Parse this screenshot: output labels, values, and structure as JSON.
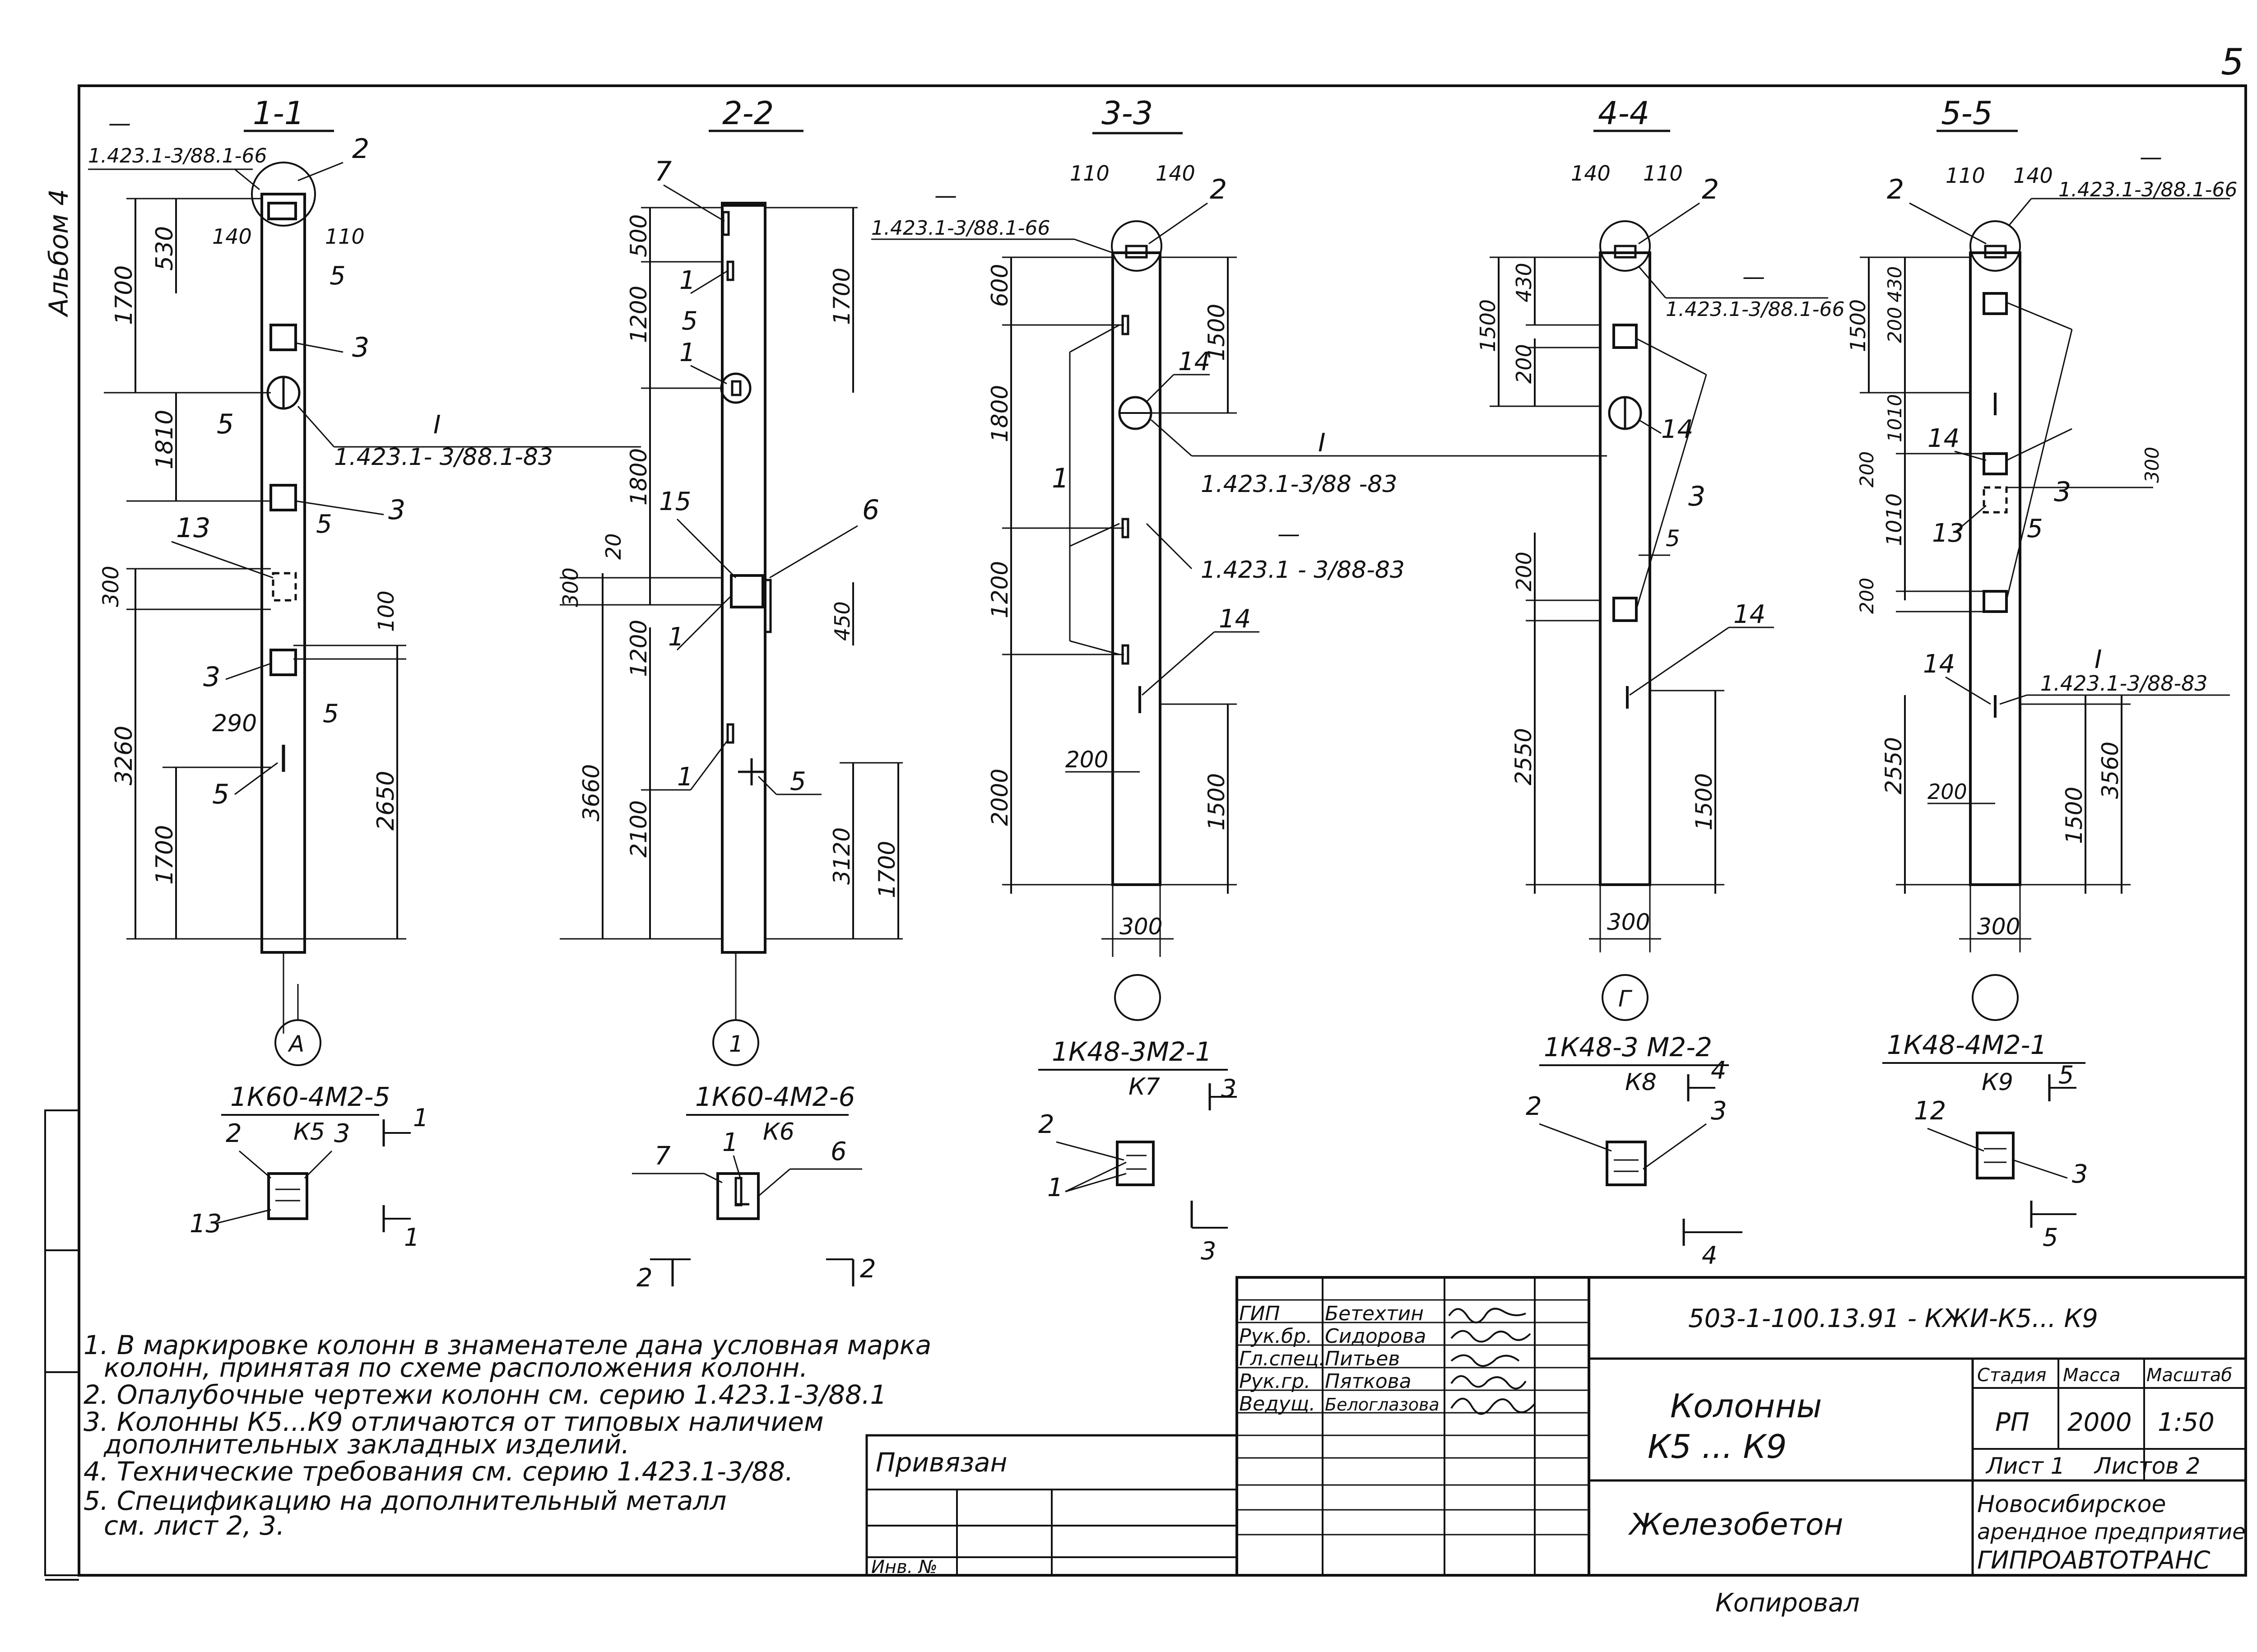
{
  "page_number": "5",
  "album_label": "Альбом 4",
  "sections": [
    {
      "id": "1-1",
      "title": "1-1",
      "dims_left": [
        "1700",
        "530",
        "1810",
        "300",
        "3260",
        "1700"
      ],
      "dims_right": [
        "100",
        "2650"
      ],
      "dims_top": [
        "140",
        "110"
      ],
      "dims_misc": [
        "290"
      ],
      "callouts": [
        "2",
        "5",
        "3",
        "5",
        "3",
        "13",
        "5",
        "3",
        "5",
        "5"
      ],
      "refs": [
        "1.423.1-3/88.1-66",
        "1.423.1- 3/88.1-83",
        "I"
      ],
      "axis_mark": "А",
      "mark": "1К60-4М2-5",
      "mark_sub": "К5",
      "plan_callouts": [
        "2",
        "3",
        "13"
      ],
      "cut_labels": [
        "1",
        "1"
      ]
    },
    {
      "id": "2-2",
      "title": "2-2",
      "dims_left": [
        "500",
        "1200",
        "1800",
        "20",
        "300",
        "1200",
        "3660",
        "2100"
      ],
      "dims_right": [
        "1700",
        "450",
        "3120",
        "1700"
      ],
      "callouts": [
        "7",
        "1",
        "5",
        "1",
        "15",
        "6",
        "1",
        "1",
        "5"
      ],
      "axis_mark": "1",
      "mark": "1К60-4М2-6",
      "mark_sub": "К6",
      "plan_callouts": [
        "7",
        "1",
        "6"
      ],
      "cut_labels": [
        "2",
        "2"
      ]
    },
    {
      "id": "3-3",
      "title": "3-3",
      "dims_left": [
        "600",
        "1800",
        "1200",
        "2000"
      ],
      "dims_right": [
        "1500",
        "1500"
      ],
      "dims_top": [
        "110",
        "140"
      ],
      "dims_misc": [
        "200",
        "300"
      ],
      "callouts": [
        "2",
        "14",
        "1",
        "14"
      ],
      "refs": [
        "1.423.1-3/88.1-66",
        "1.423.1-3/88 -83",
        "1.423.1 - 3/88-83",
        "I"
      ],
      "axis_mark": "",
      "mark": "1К48-3М2-1",
      "mark_sub": "К7",
      "plan_callouts": [
        "2",
        "1"
      ],
      "cut_labels": [
        "3",
        "3"
      ]
    },
    {
      "id": "4-4",
      "title": "4-4",
      "dims_left": [
        "1500",
        "430",
        "200",
        "200",
        "2550"
      ],
      "dims_right": [
        "1500"
      ],
      "dims_top": [
        "140",
        "110"
      ],
      "dims_misc": [
        "300"
      ],
      "callouts": [
        "2",
        "14",
        "3",
        "5",
        "14"
      ],
      "refs": [
        "1.423.1-3/88.1-66"
      ],
      "axis_mark": "Г",
      "mark": "1К48-3 М2-2",
      "mark_sub": "К8",
      "plan_callouts": [
        "2",
        "3"
      ],
      "cut_labels": [
        "4",
        "4"
      ]
    },
    {
      "id": "5-5",
      "title": "5-5",
      "dims_left": [
        "1500",
        "200",
        "430",
        "1010",
        "200",
        "1010",
        "200",
        "2550"
      ],
      "dims_right": [
        "300",
        "1500",
        "3560"
      ],
      "dims_top": [
        "110",
        "140"
      ],
      "dims_misc": [
        "200",
        "300"
      ],
      "callouts": [
        "2",
        "14",
        "13",
        "5",
        "3",
        "14"
      ],
      "refs": [
        "1.423.1-3/88.1-66",
        "1.423.1-3/88-83",
        "I"
      ],
      "axis_mark": "",
      "mark": "1К48-4М2-1",
      "mark_sub": "К9",
      "plan_callouts": [
        "12",
        "3"
      ],
      "cut_labels": [
        "5",
        "5"
      ]
    }
  ],
  "notes": [
    "1. В маркировке колонн в знаменателе дана условная марка",
    "колонн, принятая по схеме расположения колонн.",
    "2. Опалубочные чертежи колонн см. серию 1.423.1-3/88.1",
    "3. Колонны К5...К9 отличаются от типовых наличием",
    "дополнительных закладных изделий.",
    "4. Технические требования см. серию 1.423.1-3/88.",
    "5. Спецификацию на дополнительный металл",
    "см. лист 2, 3."
  ],
  "binding_box": {
    "title": "Привязан",
    "inv_label": "Инв. №"
  },
  "title_block": {
    "doc_code": "503-1-100.13.91 - КЖИ-К5... К9",
    "roles": [
      "ГИП",
      "Рук.бр.",
      "Гл.спец.",
      "Рук.гр.",
      "Ведущ."
    ],
    "names": [
      "Бетехтин",
      "Сидорова",
      "Питьев",
      "Пяткова",
      "Белоглазова"
    ],
    "title_line1": "Колонны",
    "title_line2": "К5 ... К9",
    "material": "Железобетон",
    "col_headers": [
      "Стадия",
      "Масса",
      "Масштаб"
    ],
    "stage": "РП",
    "mass": "2000",
    "scale": "1:50",
    "sheet": "Лист 1",
    "sheets": "Листов 2",
    "org_line1": "Новосибирское",
    "org_line2": "арендное предприятие",
    "org_line3": "ГИПРОАВТОТРАНС"
  },
  "bottom_text": "Копировал"
}
